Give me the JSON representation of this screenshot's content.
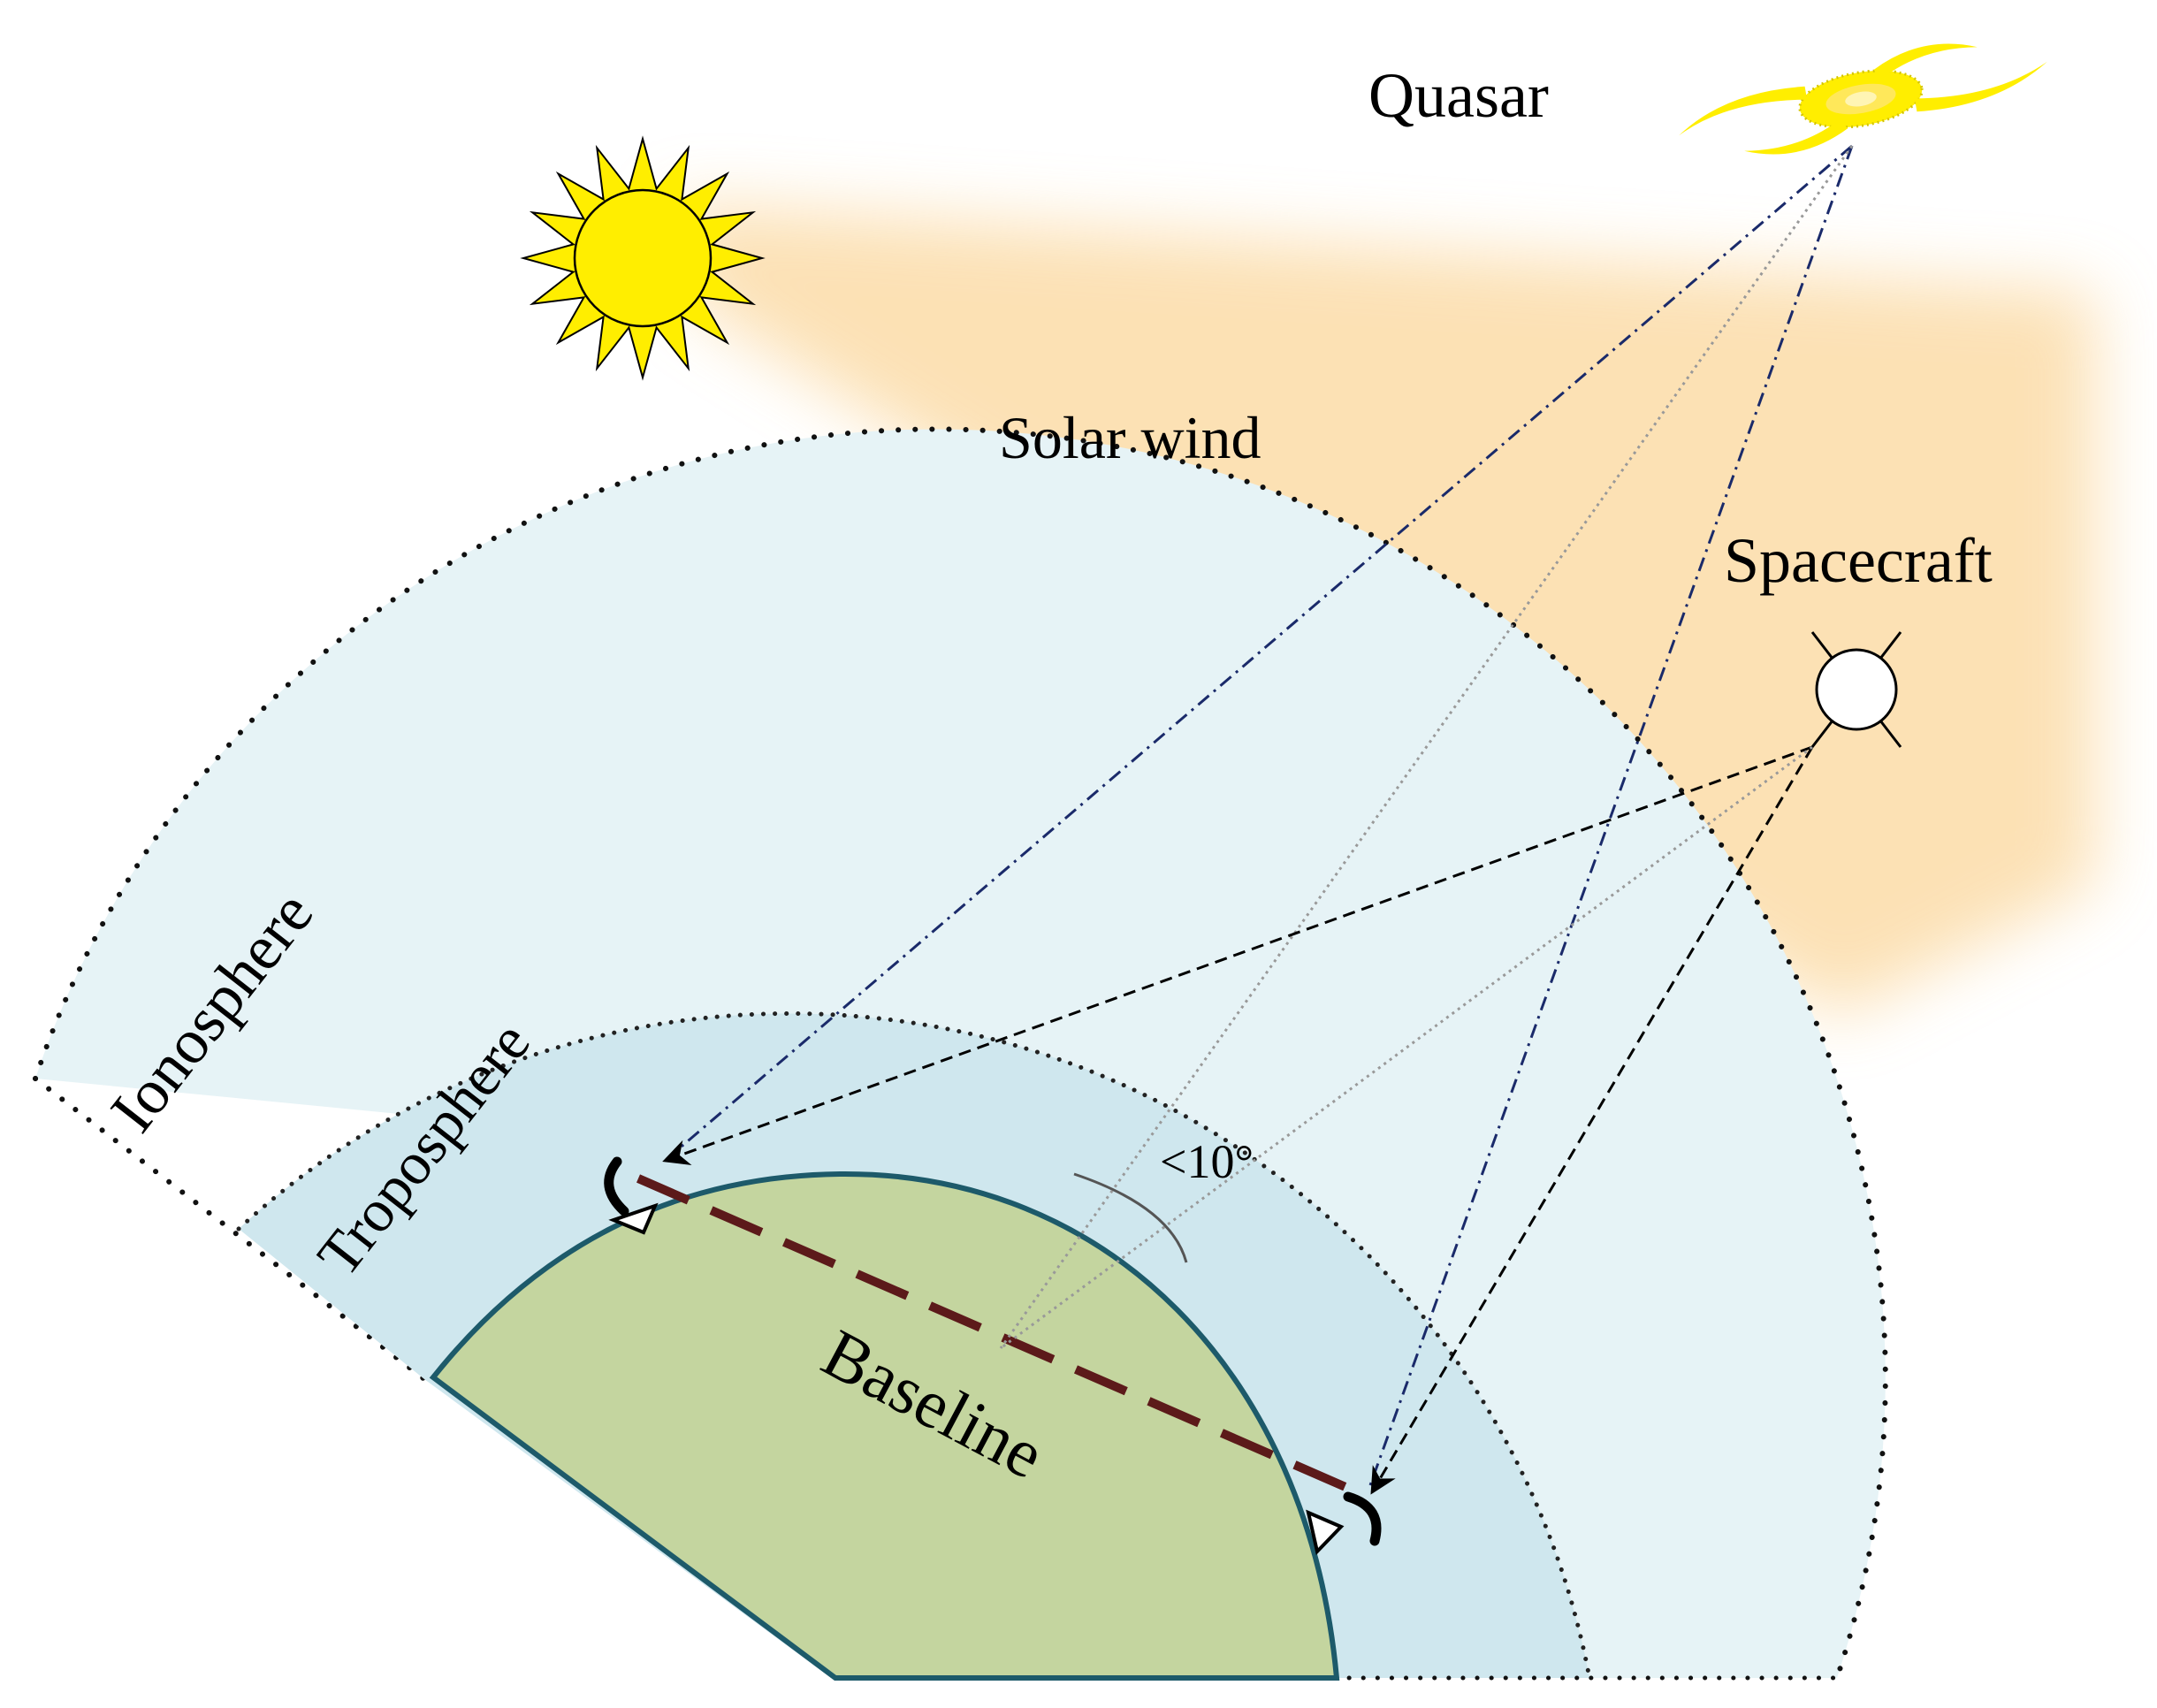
{
  "labels": {
    "quasar": "Quasar",
    "solar_wind": "Solar wind",
    "spacecraft": "Spacecraft",
    "ionosphere": "Ionosphere",
    "troposphere": "Troposphere",
    "angle": "<10°",
    "baseline": "Baseline"
  },
  "colors": {
    "ionosphere_fill": "#e6f3f6",
    "troposphere_fill": "#cfe7ee",
    "earth_fill": "#c4d59f",
    "earth_stroke": "#1d5a6a",
    "solar_wind": "#fbd79c",
    "sun_fill": "#ffee00",
    "quasar_fill": "#ffee00",
    "quasar_ray": "#1a2a6a",
    "baseline": "#5c1a1a"
  },
  "icons": [
    "sun-icon",
    "quasar-galaxy-icon",
    "spacecraft-icon",
    "antenna-dish-icon"
  ]
}
